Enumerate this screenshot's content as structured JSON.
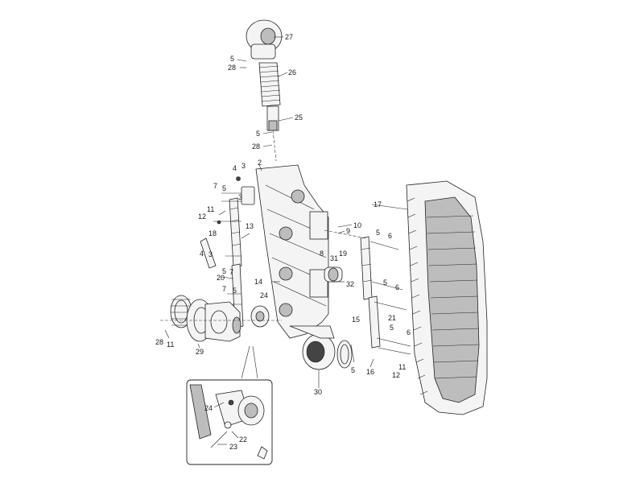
{
  "callouts": {
    "c27": "27",
    "c5_top": "5",
    "c28_top": "28",
    "c26": "26",
    "c25": "25",
    "c5_mid": "5",
    "c28_mid": "28",
    "c2": "2",
    "c4_a": "4",
    "c3_a": "3",
    "c7_a": "7",
    "c5_a": "5",
    "c3_b": "3",
    "c11_a": "11",
    "c12_a": "12",
    "c13": "13",
    "c18": "18",
    "c4_b": "4",
    "c3_c": "3",
    "c5_b": "5",
    "c7_b": "7",
    "c20": "20",
    "c14": "14",
    "c7_c": "7",
    "c5_c": "5",
    "c24_a": "24",
    "c28_low": "28",
    "c11_b": "11",
    "c29": "29",
    "c17": "17",
    "c10": "10",
    "c9": "9",
    "c5_r1": "5",
    "c6_r1": "6",
    "c8": "8",
    "c19": "19",
    "c31": "31",
    "c32": "32",
    "c5_r2": "5",
    "c6_r2": "6",
    "c21": "21",
    "c15": "15",
    "c5_r3": "5",
    "c6_r3": "6",
    "c11_c": "11",
    "c12_b": "12",
    "c16": "16",
    "c5_r4": "5",
    "c30": "30",
    "c24_b": "24",
    "c22": "22",
    "c23": "23"
  },
  "colors": {
    "line": "#222222",
    "fill": "#f4f4f4",
    "dark": "#444444"
  }
}
